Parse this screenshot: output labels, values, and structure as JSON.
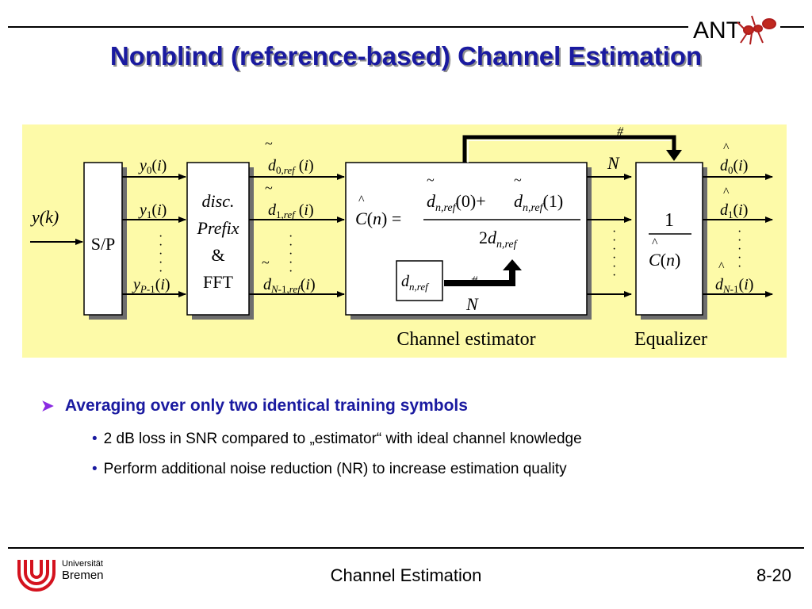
{
  "header": {
    "title": "Nonblind (reference-based) Channel Estimation",
    "logo_text": "ANT"
  },
  "diagram": {
    "input": "y(k)",
    "sp_label": "S/P",
    "fft_lines": [
      "disc.",
      "Prefix",
      "&",
      "FFT"
    ],
    "estimator_label": "Channel estimator",
    "equalizer_label": "Equalizer",
    "one": "1",
    "two": "2",
    "n_label": "N",
    "hash": "#",
    "plus": "+",
    "equals": "=",
    "ref_sub": "ref",
    "n_ref_sub": "n,ref",
    "vdots": "·\n·\n·\n·",
    "colors": {
      "background": "#fdfaa8",
      "box_shadow": "#6e6e6e"
    }
  },
  "bullets": {
    "main": "Averaging over only two identical training symbols",
    "subs": [
      "2 dB loss in SNR compared to „estimator“ with ideal channel knowledge",
      "Perform additional noise reduction (NR) to increase estimation quality"
    ]
  },
  "footer": {
    "university_line1": "Universität",
    "university_line2": "Bremen",
    "title": "Channel Estimation",
    "page": "8-20"
  }
}
